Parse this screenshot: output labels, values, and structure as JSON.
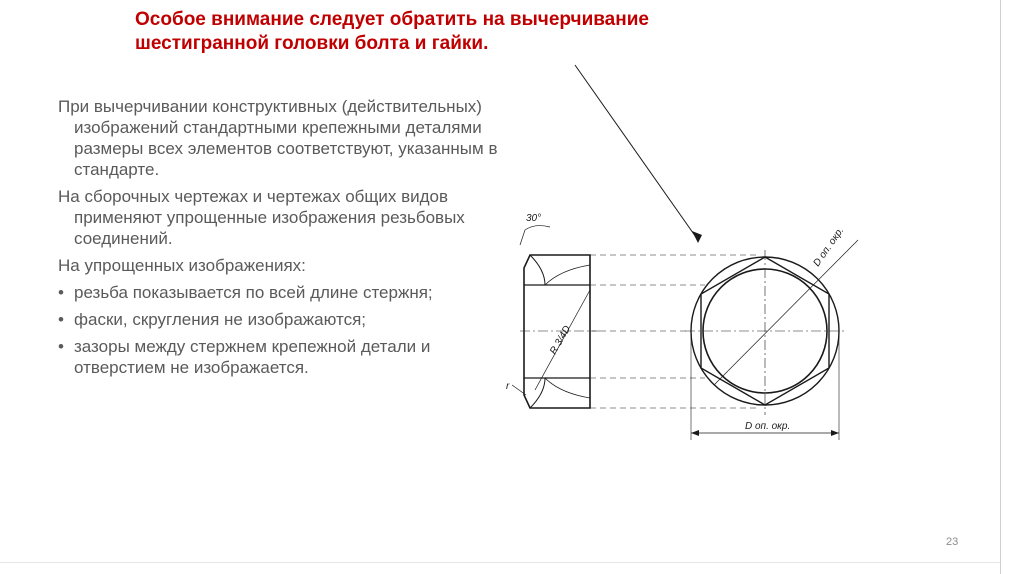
{
  "title": {
    "line1": "Особое внимание следует обратить на вычерчивание",
    "line2": "шестигранной головки болта и гайки."
  },
  "paragraphs": [
    "При вычерчивании конструктивных (действительных) изображений стандартными крепежными деталями размеры всех элементов соответствуют, указанным в стандарте.",
    "На сборочных чертежах и чертежах общих видов применяют упрощенные изображения резьбовых соединений.",
    "На упрощенных изображениях:"
  ],
  "bullets": [
    "резьба показывается по всей длине стержня;",
    "фаски, скругления не изображаются;",
    "зазоры между стержнем крепежной детали и отверстием не изображается."
  ],
  "bullet_mark": "•",
  "drawing_labels": {
    "angle": "30°",
    "radius": "R 3/4D",
    "fillet": "r",
    "diameter_top": "D оп. окр.",
    "diameter_bottom": "D оп. окр."
  },
  "page_number": "23",
  "colors": {
    "title": "#c00000",
    "text": "#5a5a5a",
    "drawing": "#1a1a1a"
  }
}
